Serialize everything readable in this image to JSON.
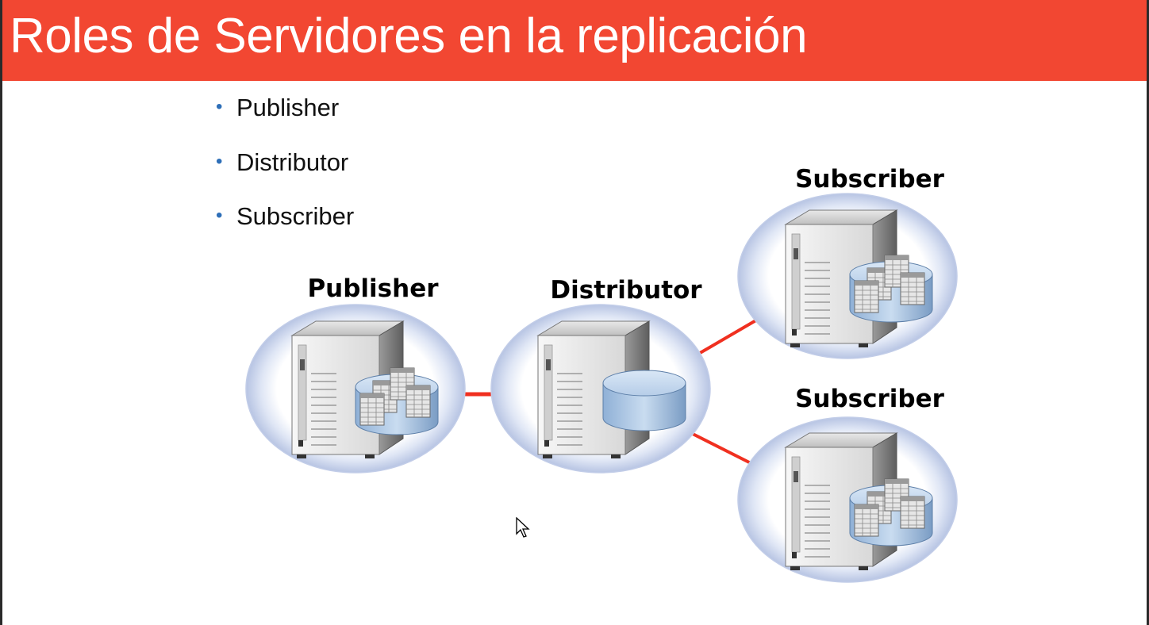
{
  "slide": {
    "title": "Roles de Servidores en la replicación",
    "title_bar_color": "#f24732",
    "bullet_color": "#2e6fb8",
    "bullets": [
      "Publisher",
      "Distributor",
      "Subscriber"
    ]
  },
  "diagram": {
    "nodes": [
      {
        "label": "Publisher",
        "icon": "server-with-database-tables-icon"
      },
      {
        "label": "Distributor",
        "icon": "server-with-database-icon"
      },
      {
        "label": "Subscriber",
        "icon": "server-with-database-tables-icon"
      },
      {
        "label": "Subscriber",
        "icon": "server-with-database-tables-icon"
      }
    ],
    "arrow_color": "#f03020",
    "arrow_icon": "arrow-right-icon"
  },
  "cursor_icon": "mouse-pointer-icon"
}
